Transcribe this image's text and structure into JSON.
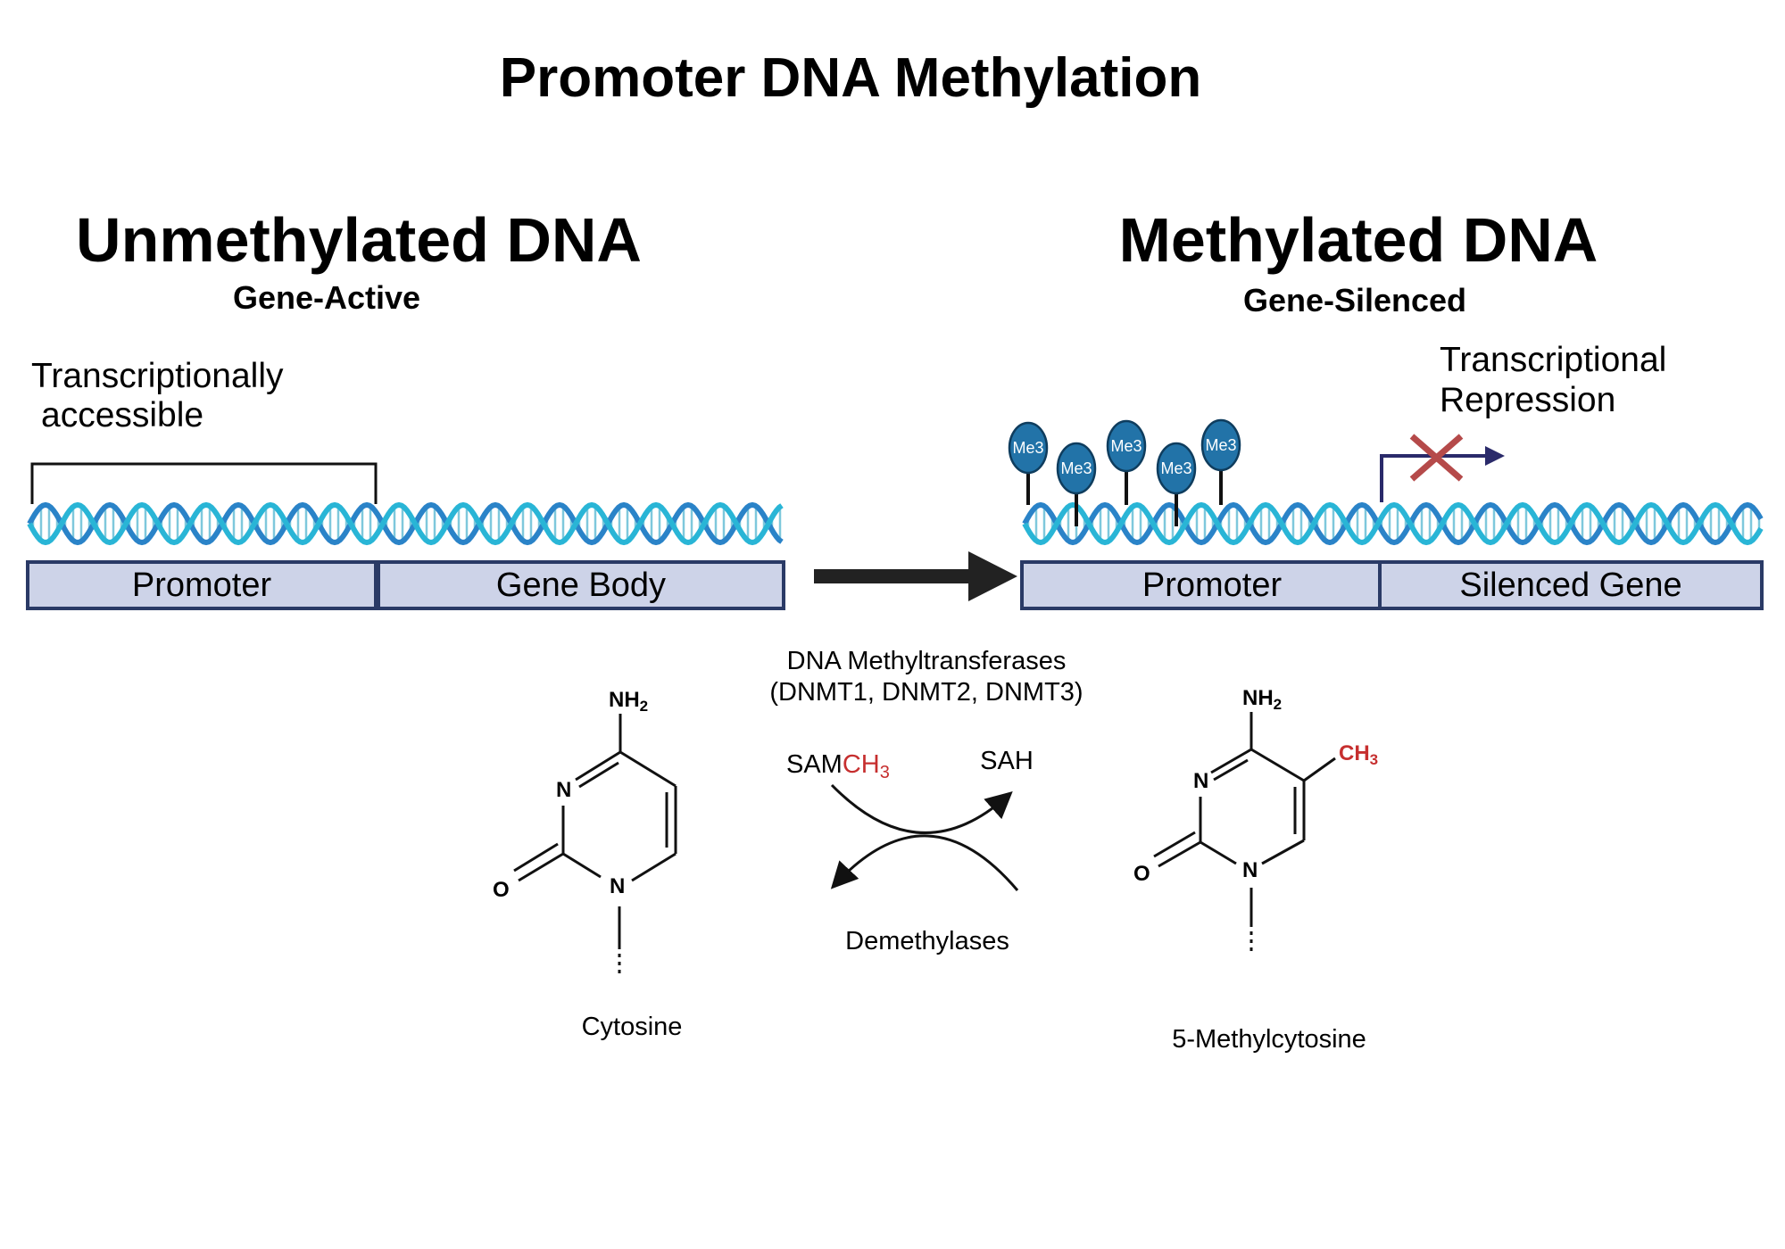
{
  "title": "Promoter DNA Methylation",
  "left": {
    "heading": "Unmethylated DNA",
    "subheading": "Gene-Active",
    "note_line1": "Transcriptionally",
    "note_line2": "accessible",
    "box1": "Promoter",
    "box2": "Gene Body"
  },
  "right": {
    "heading": "Methylated DNA",
    "subheading": "Gene-Silenced",
    "note_line1": "Transcriptional",
    "note_line2": "Repression",
    "box1": "Promoter",
    "box2": "Silenced Gene",
    "methyl_tag": "Me3"
  },
  "enzymes": {
    "line1": "DNA Methyltransferases",
    "line2": "(DNMT1, DNMT2, DNMT3)",
    "sam": "SAM",
    "ch3": "CH",
    "ch3_sub": "3",
    "sah": "SAH",
    "demethylases": "Demethylases"
  },
  "cytosine": {
    "name": "Cytosine",
    "nh2": "NH",
    "nh2_sub": "2",
    "n": "N",
    "o": "O"
  },
  "methylcytosine": {
    "name": "5-Methylcytosine",
    "nh2": "NH",
    "nh2_sub": "2",
    "ch3": "CH",
    "ch3_sub": "3",
    "n": "N",
    "o": "O"
  },
  "colors": {
    "box_fill": "#cdd3e8",
    "box_stroke": "#2a3a66",
    "dna_light": "#29b5d6",
    "dna_dark": "#2a83c8",
    "methyl": "#2273a8",
    "red_accent": "#c62f2f",
    "repression_x": "#b54a4a",
    "tss_arrow": "#2a2a6a"
  },
  "icons": [
    "dna-helix-icon",
    "methyl-group-icon",
    "transcription-start-arrow-icon",
    "blocked-x-icon",
    "process-arrow-icon"
  ]
}
